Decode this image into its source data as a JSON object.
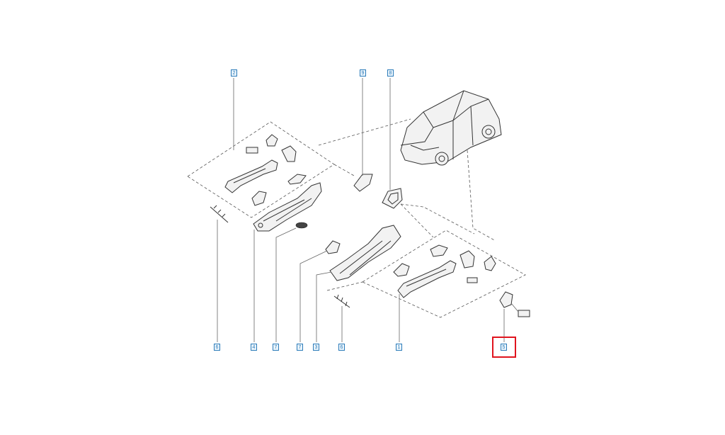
{
  "callouts": [
    {
      "id": "c2",
      "label": "2"
    },
    {
      "id": "c9",
      "label": "9"
    },
    {
      "id": "c8",
      "label": "8"
    },
    {
      "id": "c6",
      "label": "6"
    },
    {
      "id": "c4",
      "label": "4"
    },
    {
      "id": "c7",
      "label": "7"
    },
    {
      "id": "c7b",
      "label": "7"
    },
    {
      "id": "c3",
      "label": "3"
    },
    {
      "id": "c6b",
      "label": "6"
    },
    {
      "id": "c1",
      "label": "1"
    },
    {
      "id": "c5",
      "label": "5"
    }
  ],
  "colors": {
    "callout": "#2b7bb9",
    "highlight": "#e0141e",
    "line": "#333333"
  }
}
